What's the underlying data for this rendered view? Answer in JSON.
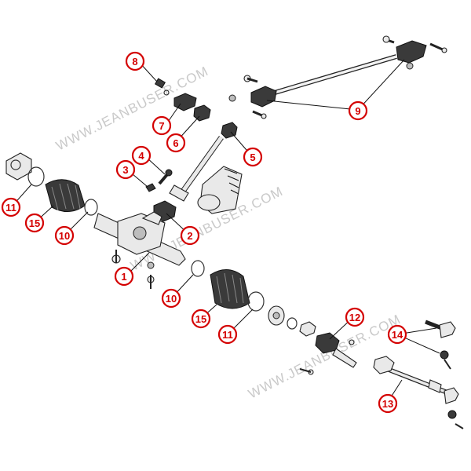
{
  "watermark": {
    "text": "WWW.JEANBUSER.COM"
  },
  "callouts": [
    {
      "id": "1",
      "label": "1"
    },
    {
      "id": "2",
      "label": "2"
    },
    {
      "id": "3",
      "label": "3"
    },
    {
      "id": "4",
      "label": "4"
    },
    {
      "id": "5",
      "label": "5"
    },
    {
      "id": "6",
      "label": "6"
    },
    {
      "id": "7",
      "label": "7"
    },
    {
      "id": "8",
      "label": "8"
    },
    {
      "id": "9",
      "label": "9"
    },
    {
      "id": "10a",
      "label": "10"
    },
    {
      "id": "10b",
      "label": "10"
    },
    {
      "id": "11a",
      "label": "11"
    },
    {
      "id": "11b",
      "label": "11"
    },
    {
      "id": "12",
      "label": "12"
    },
    {
      "id": "13",
      "label": "13"
    },
    {
      "id": "14",
      "label": "14"
    },
    {
      "id": "15a",
      "label": "15"
    },
    {
      "id": "15b",
      "label": "15"
    }
  ],
  "colors": {
    "callout": "#d40000",
    "watermark": "#c9c9c9",
    "line": "#111111"
  }
}
